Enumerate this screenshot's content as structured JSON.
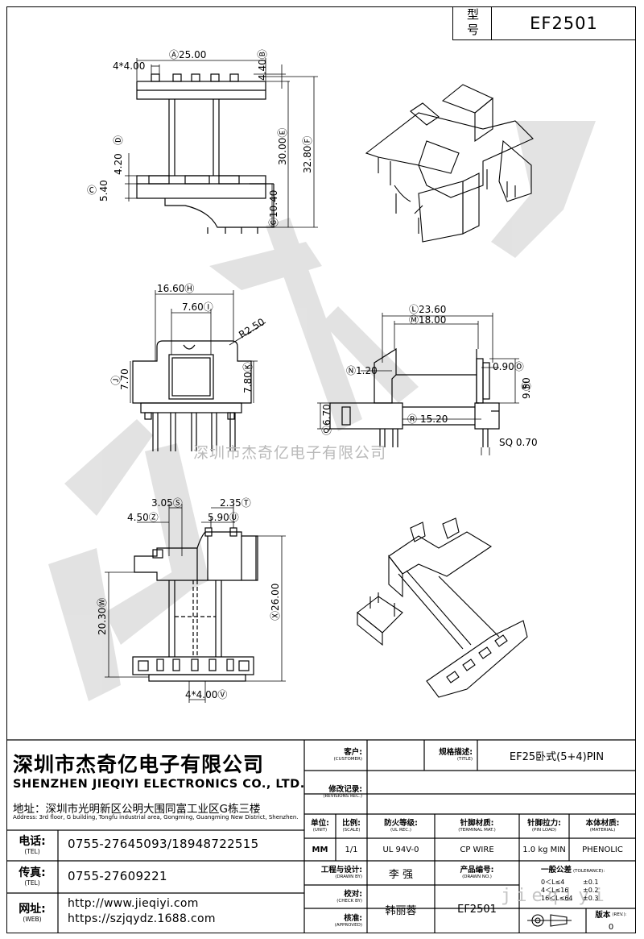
{
  "header": {
    "model_label": "型号",
    "model_value": "EF2501"
  },
  "watermark": {
    "company": "深圳市杰奇亿电子有限公司",
    "site": "jieqiyi"
  },
  "dimensions": {
    "front": {
      "a": "Ⓐ25.00",
      "pitch": "4*4.00",
      "b": "4.40Ⓑ",
      "d": "Ⓓ",
      "d_val": "4.20",
      "c": "Ⓒ",
      "c_val": "5.40",
      "e": "30.00Ⓔ",
      "f": "32.80Ⓕ",
      "g": "Ⓖ10.40"
    },
    "side": {
      "h": "16.60Ⓗ",
      "i": "7.60Ⓘ",
      "r": "R2.50",
      "j": "Ⓙ",
      "j_val": "7.70",
      "k": "7.80Ⓚ"
    },
    "right": {
      "l": "Ⓛ23.60",
      "m": "Ⓜ18.00",
      "n": "Ⓝ1.20",
      "o": "0.90Ⓞ",
      "p": "Ⓟ",
      "p_val": "9.50",
      "q": "Ⓠ",
      "q_val": "6.70",
      "r2": "Ⓡ",
      "r2_val": "15.20",
      "sq": "SQ 0.70"
    },
    "bottom": {
      "s": "3.05Ⓢ",
      "t": "2.35Ⓣ",
      "z": "4.50Ⓩ",
      "u": "5.90Ⓤ",
      "w": "20.30Ⓦ",
      "x": "Ⓧ26.00",
      "v": "4*4.00Ⓥ"
    }
  },
  "company": {
    "name_cn": "深圳市杰奇亿电子有限公司",
    "name_en": "SHENZHEN JIEQIYI ELECTRONICS CO., LTD.",
    "address_cn": "地址：深圳市光明新区公明大围同富工业区G栋三楼",
    "address_en": "Address: 3rd floor, G building, Tongfu industrial area, Gongming, Guangming New District, Shenzhen.",
    "tel_label": "电话:",
    "tel_label_en": "(TEL)",
    "tel": "0755-27645093/18948722515",
    "fax_label": "传真:",
    "fax_label_en": "(TEL)",
    "fax": "0755-27609221",
    "web_label": "网址:",
    "web_label_en": "(WEB)",
    "web1": "http://www.jieqiyi.com",
    "web2": "https://szjqydz.1688.com"
  },
  "titleblock": {
    "customer_cn": "客户:",
    "customer_en": "(CUSTOMER)",
    "spec_cn": "规格描述:",
    "spec_en": "(TITLE)",
    "spec_val": "EF25卧式(5+4)PIN",
    "rev_cn": "修改记录:",
    "rev_en": "(REVISIONS REC.)",
    "unit_cn": "单位:",
    "unit_en": "(UNIT)",
    "scale_cn": "比例:",
    "scale_en": "(SCALE)",
    "ul_cn": "防火等级:",
    "ul_en": "(UL REC.)",
    "term_cn": "针脚材质:",
    "term_en": "(TERMINAL MAT.)",
    "pin_cn": "针脚拉力:",
    "pin_en": "(PIN LOAD)",
    "mat_cn": "本体材质:",
    "mat_en": "(MATERIAL)",
    "unit_val": "MM",
    "scale_val": "1/1",
    "ul_val": "UL 94V-0",
    "term_val": "CP WIRE",
    "pin_val": "1.0 kg MIN",
    "mat_val": "PHENOLIC",
    "drawn_cn": "工程与设计:",
    "drawn_en": "(DRAWN BY)",
    "drawn_val": "李  强",
    "prodno_cn": "产品编号:",
    "prodno_en": "(DRAWN NO.)",
    "tol_cn": "一般公差",
    "tol_en": "(TOLERANCE):",
    "tol1": "0＜L≤4",
    "tol1v": "±0.1",
    "tol2": "4＜L≤16",
    "tol2v": "±0.2",
    "tol3": "16＜L≤64",
    "tol3v": "±0.3",
    "check_cn": "校对:",
    "check_en": "(CHECK BY)",
    "checker": "韩丽蓉",
    "prodno_val": "EF2501",
    "appr_cn": "核准:",
    "appr_en": "(APPROVED)",
    "rev_lbl_cn": "版本",
    "rev_lbl_en": "(REV.):",
    "rev_val": "0"
  }
}
